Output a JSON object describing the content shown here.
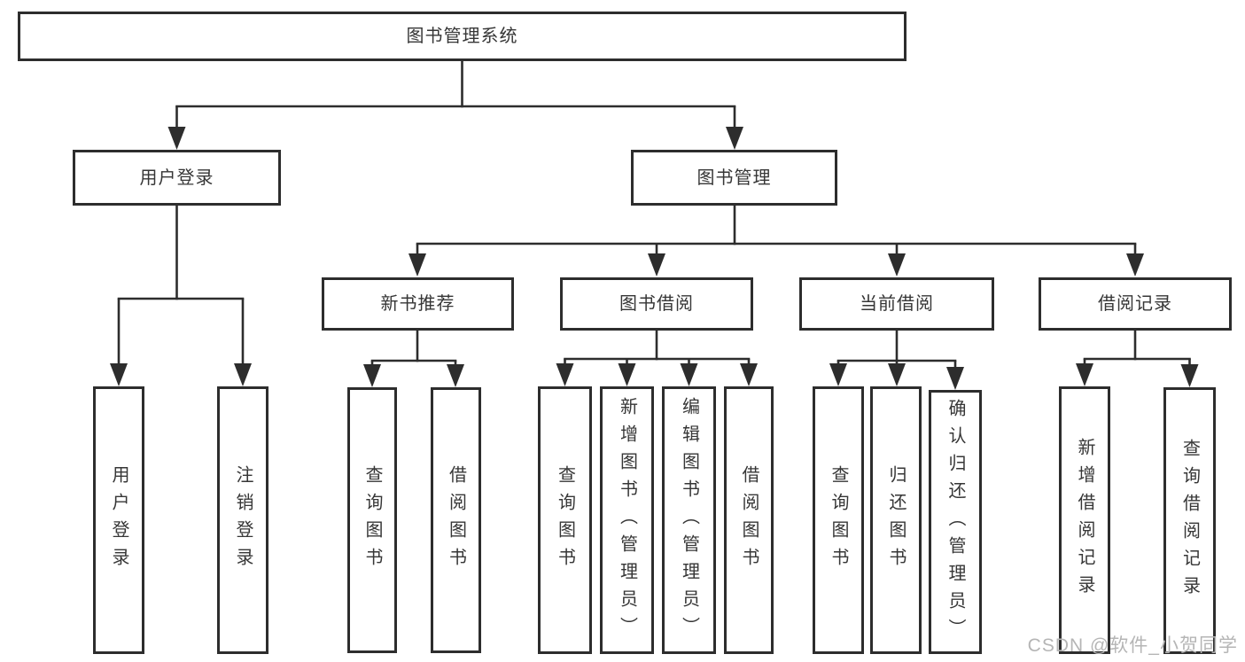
{
  "root": {
    "label": "图书管理系统"
  },
  "branches": [
    {
      "label": "用户登录",
      "children": [
        "用户登录",
        "注销登录"
      ]
    },
    {
      "label": "图书管理",
      "children": [
        {
          "label": "新书推荐",
          "children": [
            "查询图书",
            "借阅图书"
          ]
        },
        {
          "label": "图书借阅",
          "children": [
            "查询图书",
            "新增图书（管理员）",
            "编辑图书（管理员）",
            "借阅图书"
          ]
        },
        {
          "label": "当前借阅",
          "children": [
            "查询图书",
            "归还图书",
            "确认归还（管理员）"
          ]
        },
        {
          "label": "借阅记录",
          "children": [
            "新增借阅记录",
            "查询借阅记录"
          ]
        }
      ]
    }
  ],
  "watermark": {
    "text": "CSDN @软件_小贺同学"
  },
  "colors": {
    "line": "#2d2d2d",
    "box_border": "#2d2d2d",
    "text": "#363636",
    "watermark": "#b5b5b5",
    "background": "#ffffff"
  }
}
